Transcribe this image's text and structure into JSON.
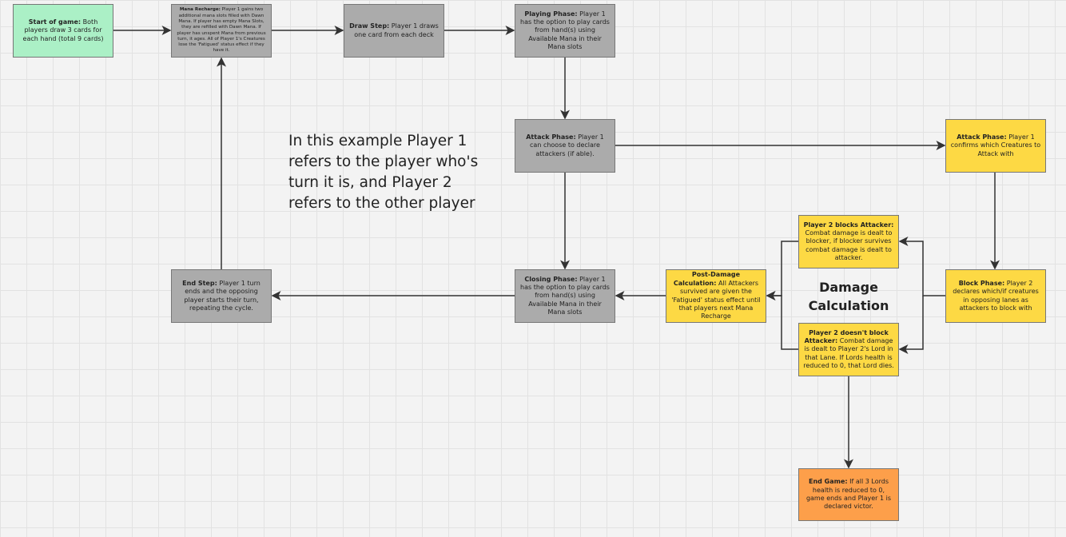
{
  "nodes": {
    "start": {
      "title": "Start of game:",
      "body": " Both players draw 3 cards for each hand (total 9 cards)",
      "color": "#abf0c6"
    },
    "mana": {
      "title": "Mana Recharge:",
      "body": " Player 1 gains two additional mana slots filled with Dawn Mana. If player has empty Mana Slots, they are refilled with Dawn Mana. If player has unspent Mana from previous turn, it ages. All of Player 1's Creatures lose the 'Fatigued' status effect if they have it.",
      "color": "#ababab"
    },
    "draw": {
      "title": "Draw Step:",
      "body": " Player 1 draws one card from each deck"
    },
    "playing": {
      "title": "Playing Phase:",
      "body": " Player 1 has the option to play cards from hand(s) using Available Mana in their Mana slots"
    },
    "attack": {
      "title": "Attack Phase:",
      "body": " Player 1 can choose to declare attackers (if able)."
    },
    "attack_confirm": {
      "title": "Attack Phase:",
      "body": " Player 1 confirms which Creatures to Attack with",
      "color": "#fdd944"
    },
    "block": {
      "title": "Block Phase:",
      "body": " Player 2 declares which/if creatures in opposing lanes as attackers to block with"
    },
    "p2_blocks": {
      "title": "Player 2 blocks Attacker:",
      "body": " Combat damage is dealt to blocker, if blocker survives combat damage is dealt to attacker."
    },
    "p2_no_block": {
      "title": "Player 2 doesn't block Attacker:",
      "body": " Combat damage is dealt to Player 2's Lord in that Lane. If Lords health is reduced to 0, that Lord dies."
    },
    "post_damage": {
      "title": "Post-Damage Calculation:",
      "body": " All Attackers survived are given the 'Fatigued' status effect until that players next Mana Recharge"
    },
    "closing": {
      "title": "Closing Phase:",
      "body": " Player 1 has the option to play cards from hand(s) using Available Mana in their Mana slots"
    },
    "end_step": {
      "title": "End Step:",
      "body": " Player 1 turn ends and the opposing player starts their turn, repeating the cycle."
    },
    "end_game": {
      "title": "End Game:",
      "body": " If all 3 Lords health is reduced to 0, game ends and Player 1 is declared victor.",
      "color": "#fd9f4a"
    }
  },
  "damage_label": "Damage Calculation",
  "note": "In this example Player 1 refers to the player who's turn it is, and Player 2 refers to the other player"
}
